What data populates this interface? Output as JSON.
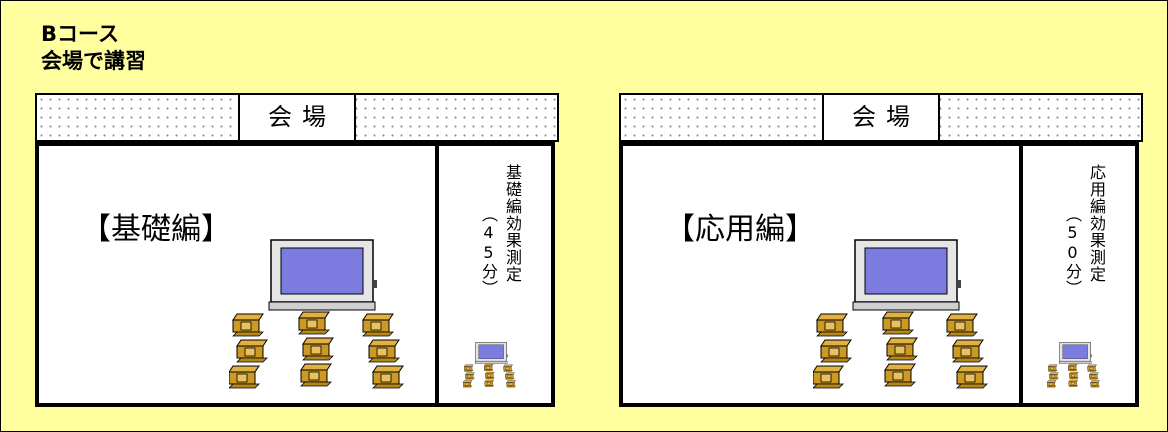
{
  "header": {
    "line1": "Bコース",
    "line2": "会場で講習"
  },
  "panels": [
    {
      "hall_label": "会場",
      "course_label": "【基礎編】",
      "effect_col_main": "基礎編効果測定",
      "effect_col_paren": "（45分）"
    },
    {
      "hall_label": "会場",
      "course_label": "【応用編】",
      "effect_col_main": "応用編効果測定",
      "effect_col_paren": "（50分）"
    }
  ],
  "colors": {
    "background": "#ffffa0",
    "screen": "#7b7be0",
    "desk": "#cc9922"
  },
  "icons": [
    "classroom-illustration-icon",
    "small-classroom-illustration-icon"
  ]
}
